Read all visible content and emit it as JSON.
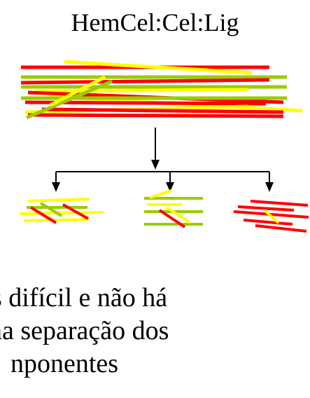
{
  "title": "HemCel:Cel:Lig",
  "caption": {
    "line1": "s difícil e não há",
    "line2": "na separação dos",
    "line3": "nponentes"
  },
  "colors": {
    "hemicellulose": "#ff0000",
    "cellulose": "#99cc00",
    "lignin": "#ffff00",
    "arrow": "#000000"
  }
}
